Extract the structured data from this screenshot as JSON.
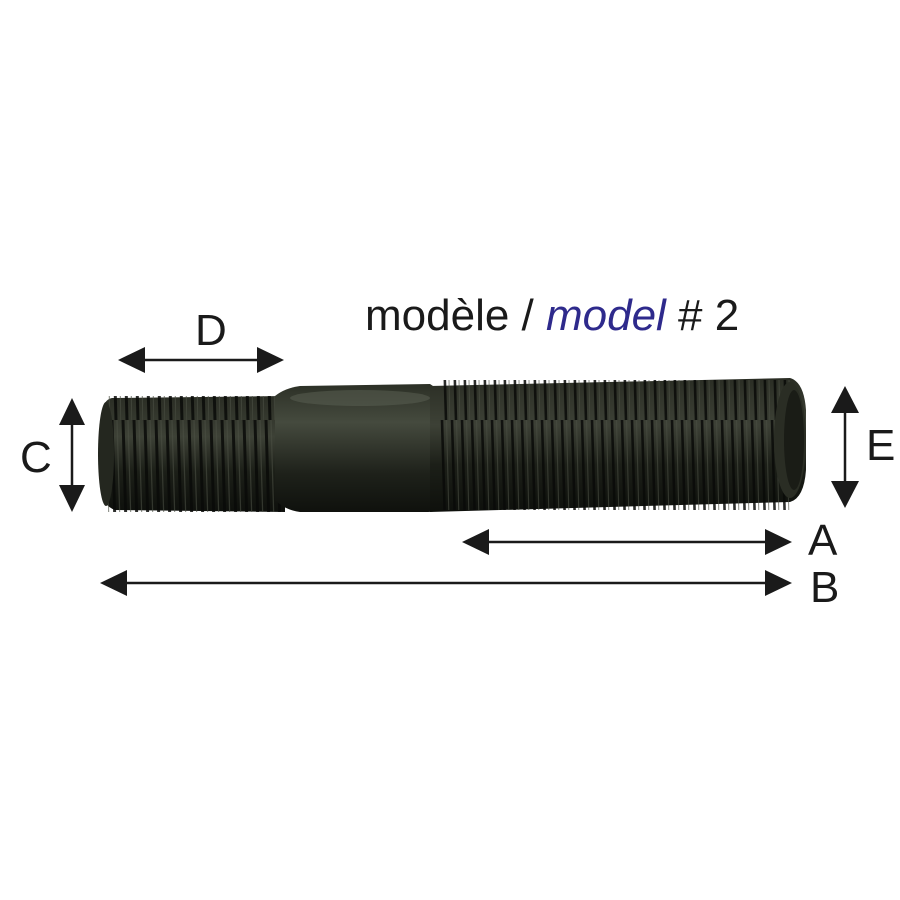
{
  "title": {
    "part1": "modèle / ",
    "part2": "model",
    "part3": " # 2",
    "accent_color": "#2e2a8c"
  },
  "labels": {
    "a": "A",
    "b": "B",
    "c": "C",
    "d": "D",
    "e": "E"
  },
  "colors": {
    "stud": "#1c1f18",
    "stud_highlight": "#3b3f33",
    "arrow": "#1a1a1a"
  }
}
